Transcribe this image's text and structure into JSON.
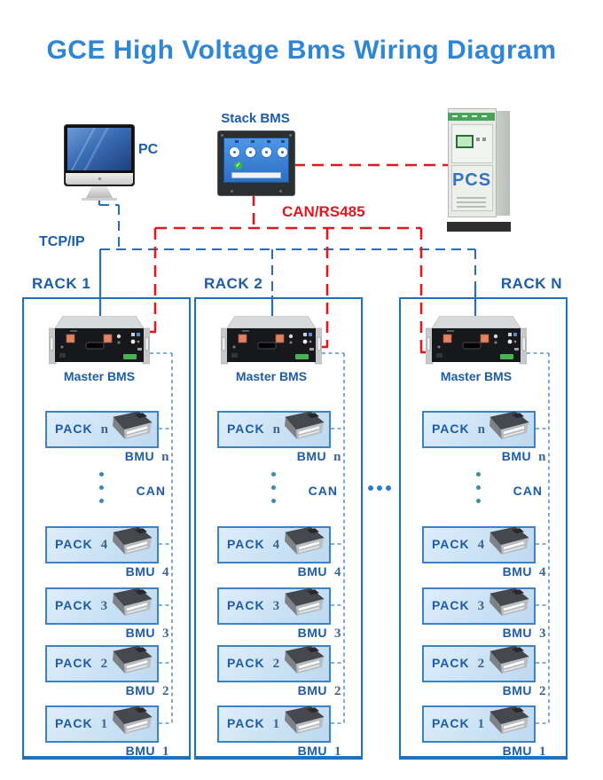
{
  "title": "GCE High Voltage Bms Wiring Diagram",
  "devices": {
    "pc": "PC",
    "stack_bms": "Stack BMS",
    "pcs": "PCS"
  },
  "connections": {
    "tcp_ip": "TCP/IP",
    "can_rs485": "CAN/RS485"
  },
  "racks": [
    {
      "name": "RACK 1",
      "master_label": "Master BMS",
      "can_label": "CAN",
      "packs": [
        {
          "pack_name": "PACK",
          "pack_no": "n",
          "bmu_name": "BMU",
          "bmu_no": "n"
        },
        {
          "pack_name": "PACK",
          "pack_no": "4",
          "bmu_name": "BMU",
          "bmu_no": "4"
        },
        {
          "pack_name": "PACK",
          "pack_no": "3",
          "bmu_name": "BMU",
          "bmu_no": "3"
        },
        {
          "pack_name": "PACK",
          "pack_no": "2",
          "bmu_name": "BMU",
          "bmu_no": "2"
        },
        {
          "pack_name": "PACK",
          "pack_no": "1",
          "bmu_name": "BMU",
          "bmu_no": "1"
        }
      ]
    },
    {
      "name": "RACK 2",
      "master_label": "Master BMS",
      "can_label": "CAN",
      "packs": [
        {
          "pack_name": "PACK",
          "pack_no": "n",
          "bmu_name": "BMU",
          "bmu_no": "n"
        },
        {
          "pack_name": "PACK",
          "pack_no": "4",
          "bmu_name": "BMU",
          "bmu_no": "4"
        },
        {
          "pack_name": "PACK",
          "pack_no": "3",
          "bmu_name": "BMU",
          "bmu_no": "3"
        },
        {
          "pack_name": "PACK",
          "pack_no": "2",
          "bmu_name": "BMU",
          "bmu_no": "2"
        },
        {
          "pack_name": "PACK",
          "pack_no": "1",
          "bmu_name": "BMU",
          "bmu_no": "1"
        }
      ]
    },
    {
      "name": "RACK N",
      "master_label": "Master BMS",
      "can_label": "CAN",
      "packs": [
        {
          "pack_name": "PACK",
          "pack_no": "n",
          "bmu_name": "BMU",
          "bmu_no": "n"
        },
        {
          "pack_name": "PACK",
          "pack_no": "4",
          "bmu_name": "BMU",
          "bmu_no": "4"
        },
        {
          "pack_name": "PACK",
          "pack_no": "3",
          "bmu_name": "BMU",
          "bmu_no": "3"
        },
        {
          "pack_name": "PACK",
          "pack_no": "2",
          "bmu_name": "BMU",
          "bmu_no": "2"
        },
        {
          "pack_name": "PACK",
          "pack_no": "1",
          "bmu_name": "BMU",
          "bmu_no": "1"
        }
      ]
    }
  ],
  "colors": {
    "title_blue": "#2e86d4",
    "label_blue": "#1d5ca8",
    "wire_red": "#e0191f",
    "wire_blue": "#2a6db0",
    "can_dash_blue": "#5b96cf",
    "rack_border_blue": "#1a72c0",
    "pack_fill_blue": "#cbe2f5",
    "pack_border_blue": "#3e82c6"
  }
}
